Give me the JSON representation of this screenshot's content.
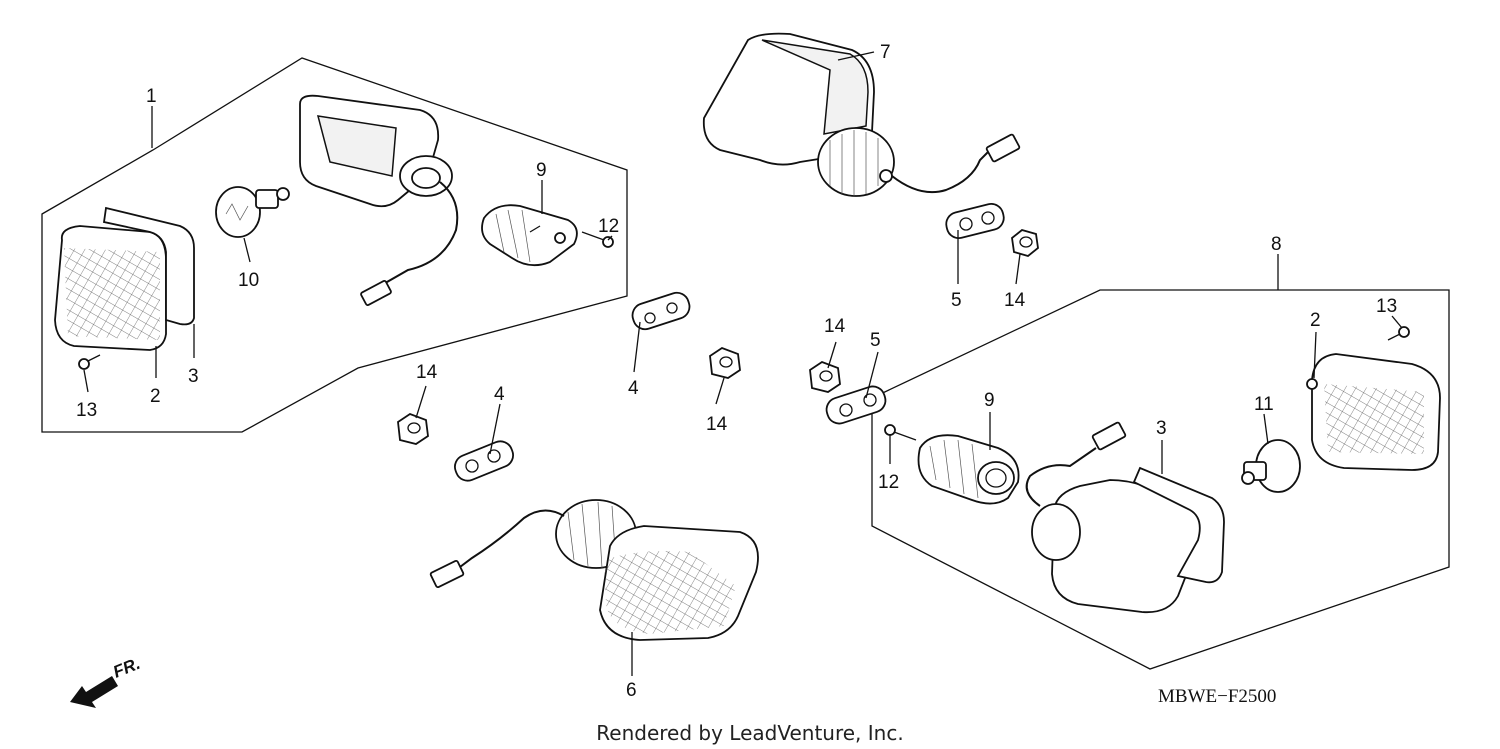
{
  "diagram": {
    "code": "MBWE−F2500",
    "credit": "Rendered by LeadVenture, Inc.",
    "direction_label": "FR.",
    "callouts": {
      "c1": "1",
      "c2a": "2",
      "c3a": "3",
      "c13a": "13",
      "c10": "10",
      "c9a": "9",
      "c12a": "12",
      "c7": "7",
      "c5a": "5",
      "c14a": "14",
      "c8": "8",
      "c13b": "13",
      "c2b": "2",
      "c4a": "4",
      "c14b": "14",
      "c14c": "14",
      "c5b": "5",
      "c14d": "14",
      "c4b": "4",
      "c9b": "9",
      "c3b": "3",
      "c11": "11",
      "c12b": "12",
      "c6": "6"
    }
  }
}
